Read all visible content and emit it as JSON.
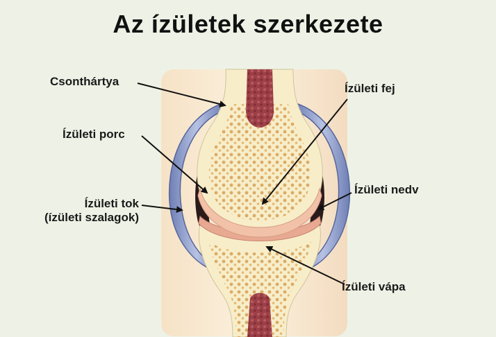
{
  "title": "Az ízületek szerkezete",
  "labels": {
    "periosteum": "Csonthártya",
    "cartilage": "Ízületi porc",
    "capsule_line1": "Ízületi tok",
    "capsule_line2": "(ízületi szalagok)",
    "head": "Ízületi fej",
    "fluid": "Ízületi nedv",
    "socket": "Ízületi vápa"
  },
  "colors": {
    "background": "#eef2e6",
    "bone": "#f7edc9",
    "spongy_dots": "#d9a45a",
    "marrow": "#9c3f46",
    "cartilage": "#f2c2a8",
    "capsule": "#7f8fc0",
    "fluid": "#2a1a1a",
    "arrow": "#111111"
  }
}
